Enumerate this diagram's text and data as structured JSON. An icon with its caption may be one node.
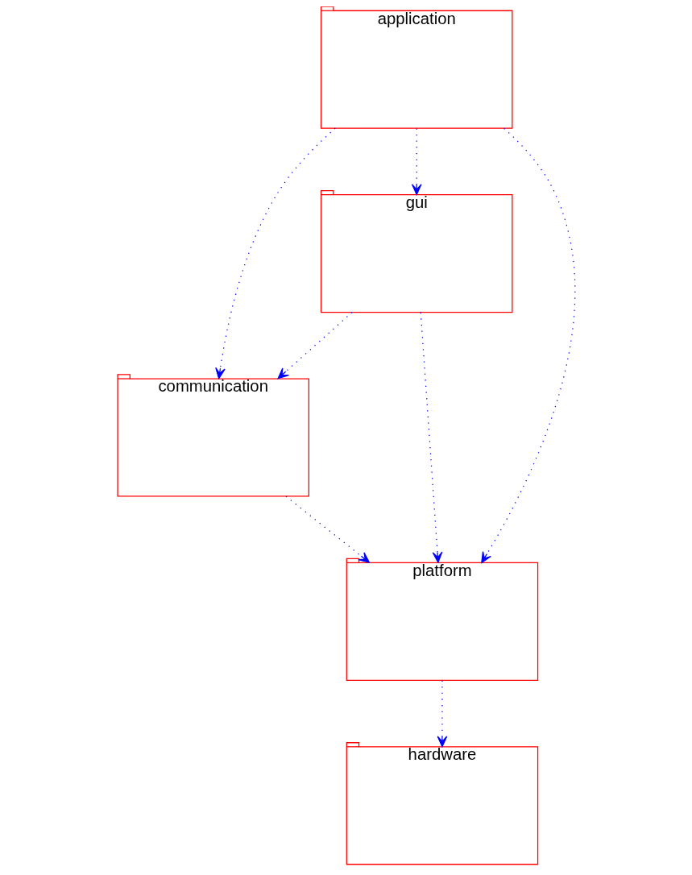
{
  "diagram": {
    "nodes": [
      {
        "text": [
          "application"
        ]
      },
      {
        "text": [
          "gui"
        ]
      },
      {
        "text": [
          "communication"
        ]
      },
      {
        "text": [
          "platform"
        ]
      },
      {
        "text": [
          "hardware"
        ]
      }
    ],
    "edges": [
      {
        "from": 0,
        "to": 1,
        "arrow": "to",
        "style": "dashed"
      },
      {
        "from": 0,
        "to": 3,
        "arrow": "to",
        "style": "dashed"
      },
      {
        "from": 0,
        "to": 2,
        "arrow": "to",
        "style": "dashed"
      },
      {
        "from": 1,
        "to": 3,
        "arrow": "to",
        "style": "dashed"
      },
      {
        "from": 1,
        "to": 2,
        "arrow": "to",
        "style": "dashed"
      },
      {
        "from": 2,
        "to": 3,
        "arrow": "to",
        "style": "dashed"
      },
      {
        "from": 3,
        "to": 4,
        "arrow": "to",
        "style": "dashed"
      }
    ]
  }
}
